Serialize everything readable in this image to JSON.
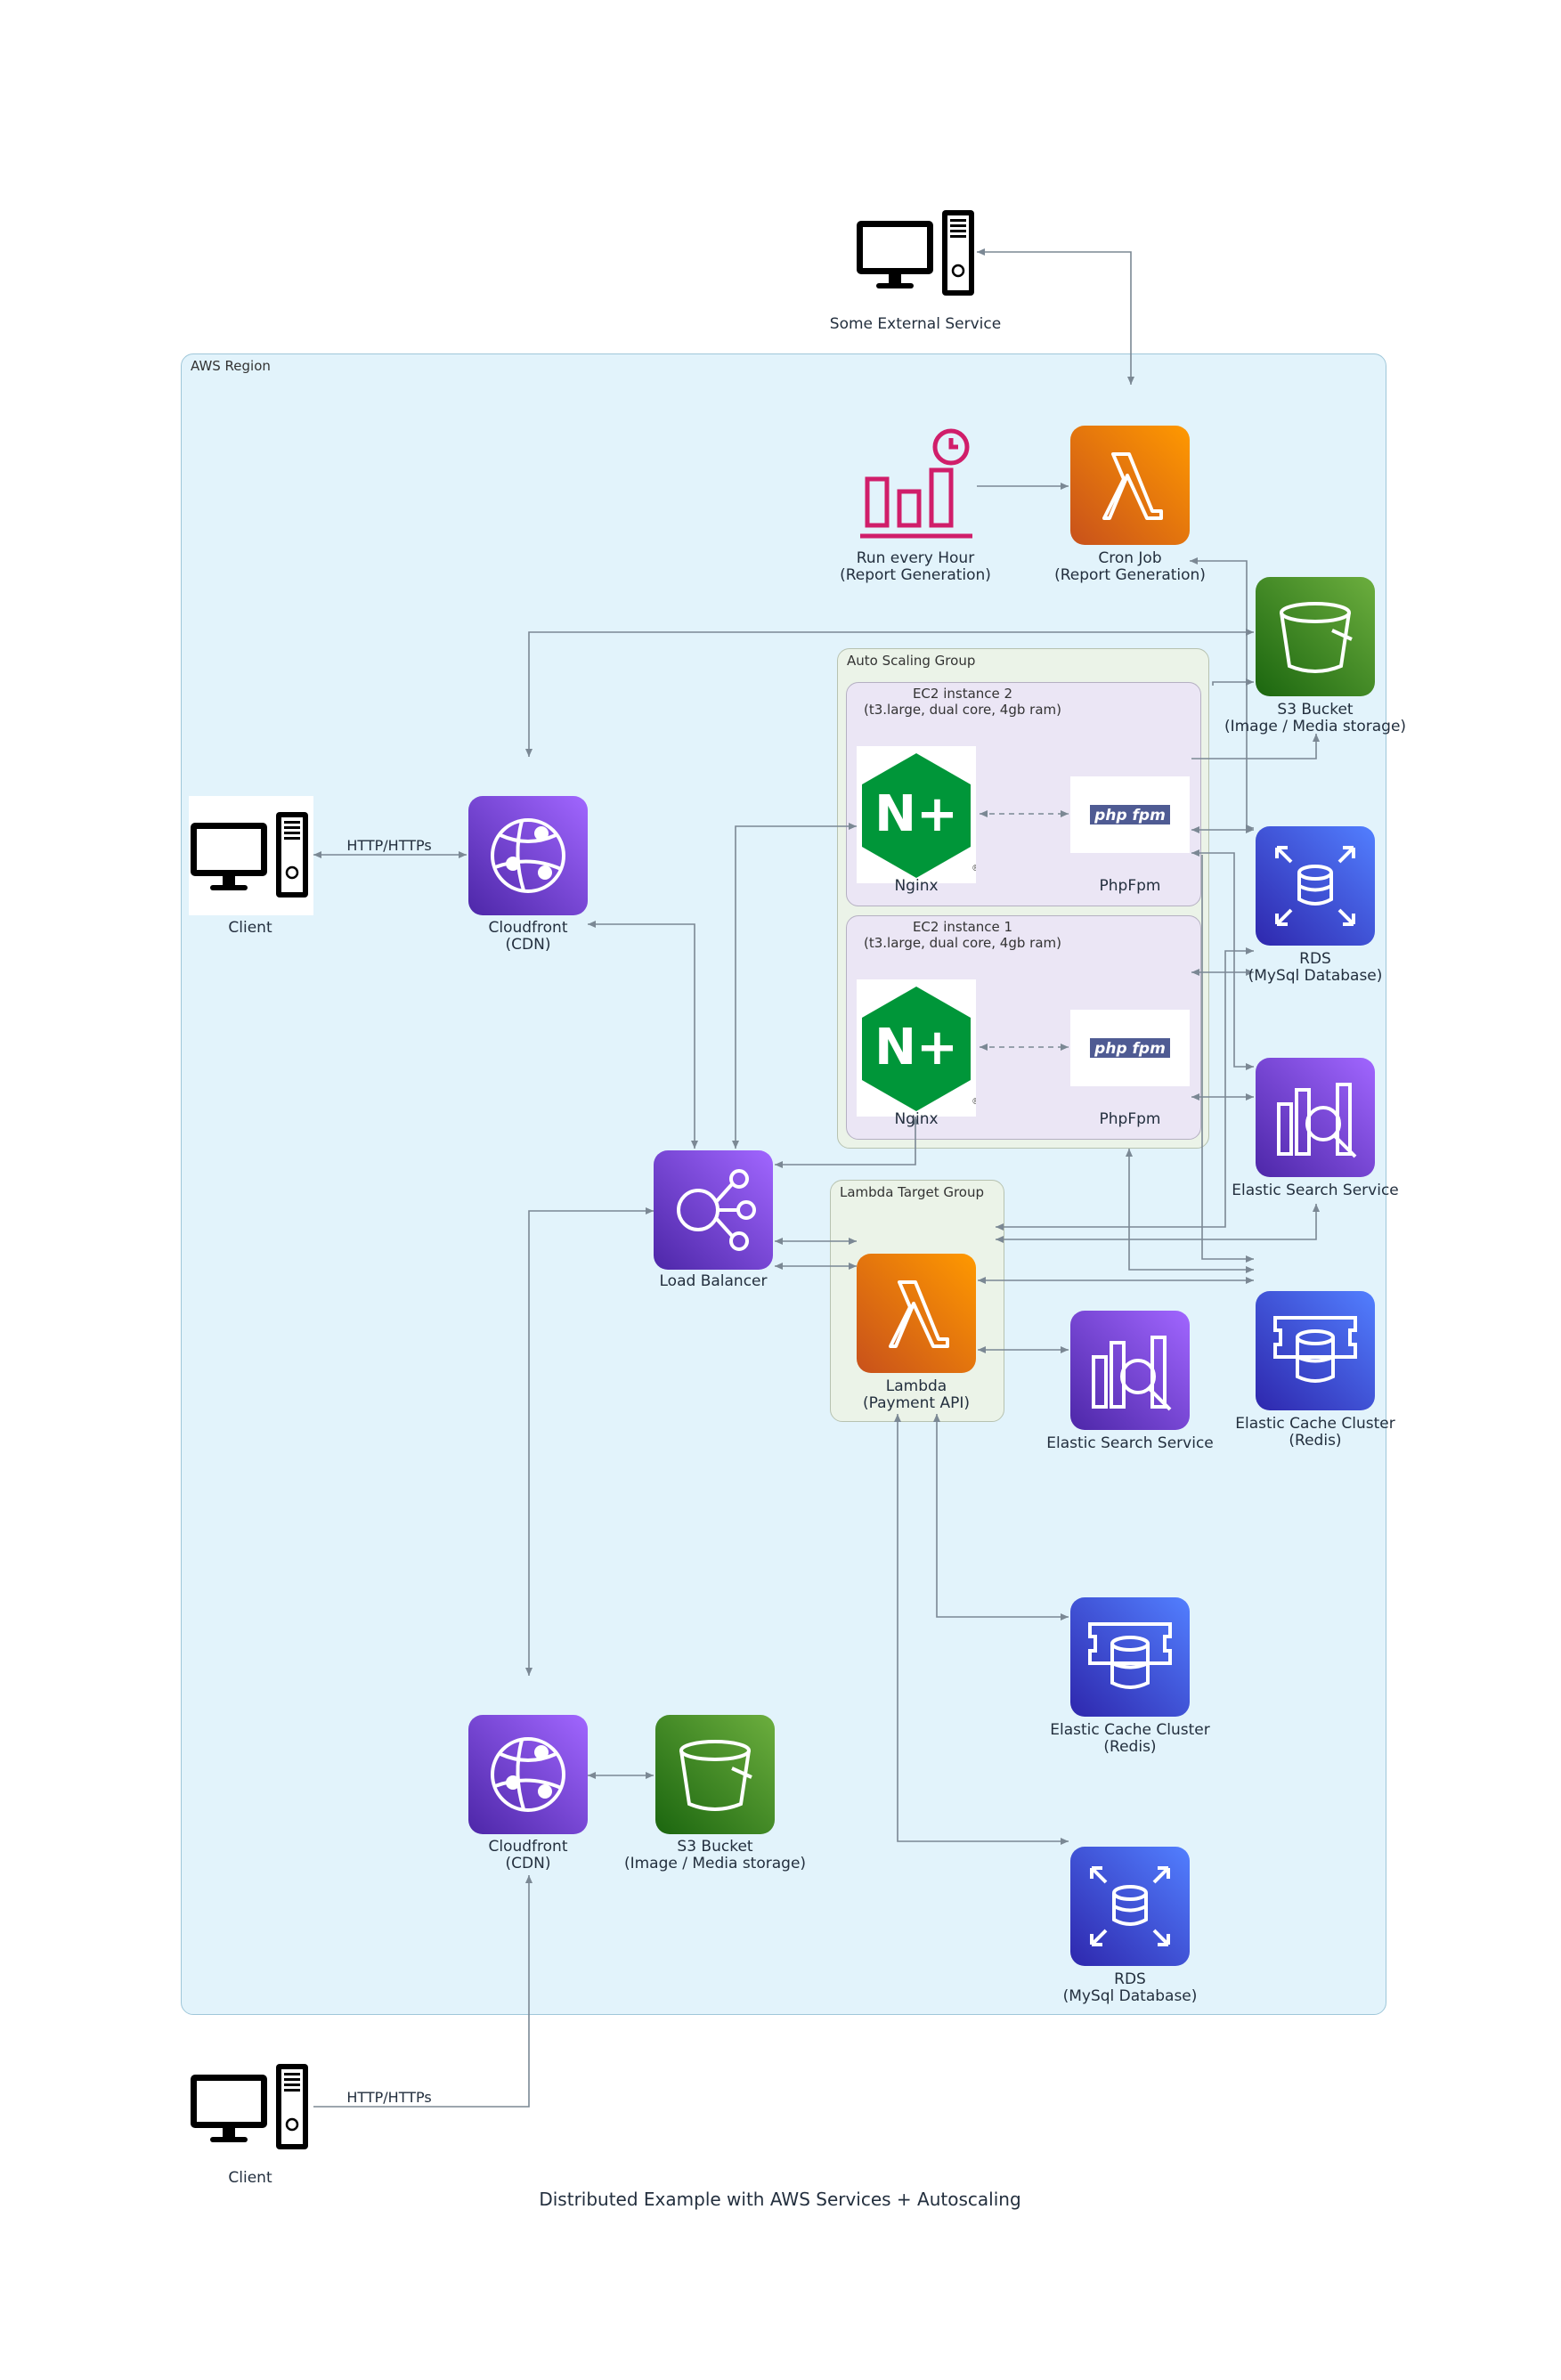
{
  "diagram": {
    "caption": "Distributed Example with AWS Services + Autoscaling",
    "clusters": {
      "region": "AWS Region",
      "asg": "Auto Scaling Group",
      "ec2_2_line1": "EC2 instance 2",
      "ec2_2_line2": "(t3.large, dual core, 4gb ram)",
      "ec2_1_line1": "EC2 instance 1",
      "ec2_1_line2": "(t3.large, dual core, 4gb ram)",
      "lambda_tg": "Lambda Target Group"
    },
    "nodes": {
      "external": {
        "line1": "Some External Service",
        "icon": "server-computer-icon"
      },
      "scheduler": {
        "line1": "Run every Hour",
        "line2": "(Report Generation)",
        "icon": "event-schedule-icon"
      },
      "cron": {
        "line1": "Cron Job",
        "line2": "(Report Generation)",
        "icon": "lambda-icon"
      },
      "s3_top": {
        "line1": "S3 Bucket",
        "line2": "(Image / Media storage)",
        "icon": "bucket-icon"
      },
      "nginx2": {
        "line1": "Nginx",
        "icon": "nginx-icon",
        "glyph": "N+"
      },
      "phpfpm2": {
        "line1": "PhpFpm",
        "icon": "php-fpm-icon",
        "glyph": "php fpm"
      },
      "nginx1": {
        "line1": "Nginx",
        "icon": "nginx-icon",
        "glyph": "N+"
      },
      "phpfpm1": {
        "line1": "PhpFpm",
        "icon": "php-fpm-icon",
        "glyph": "php fpm"
      },
      "rds_right": {
        "line1": "RDS",
        "line2": "(MySql Database)",
        "icon": "database-icon"
      },
      "es_right": {
        "line1": "Elastic Search Service",
        "icon": "elasticsearch-icon"
      },
      "cache_right": {
        "line1": "Elastic Cache Cluster",
        "line2": "(Redis)",
        "icon": "cache-icon"
      },
      "client_top": {
        "line1": "Client",
        "icon": "client-computer-icon"
      },
      "cf_top": {
        "line1": "Cloudfront",
        "line2": "(CDN)",
        "icon": "cloudfront-icon"
      },
      "lb": {
        "line1": "Load Balancer",
        "icon": "load-balancer-icon"
      },
      "lambda": {
        "line1": "Lambda",
        "line2": "(Payment API)",
        "icon": "lambda-icon"
      },
      "es_mid": {
        "line1": "Elastic Search Service",
        "icon": "elasticsearch-icon"
      },
      "cache_low": {
        "line1": "Elastic Cache Cluster",
        "line2": "(Redis)",
        "icon": "cache-icon"
      },
      "cf_bottom": {
        "line1": "Cloudfront",
        "line2": "(CDN)",
        "icon": "cloudfront-icon"
      },
      "s3_bottom": {
        "line1": "S3 Bucket",
        "line2": "(Image / Media storage)",
        "icon": "bucket-icon"
      },
      "rds_low": {
        "line1": "RDS",
        "line2": "(MySql Database)",
        "icon": "database-icon"
      },
      "client_bottom": {
        "line1": "Client",
        "icon": "client-computer-icon"
      }
    },
    "edge_labels": {
      "top": "HTTP/HTTPs",
      "bottom": "HTTP/HTTPs"
    },
    "colors": {
      "region_bg": "#e2f3fb",
      "group_bg": "#ebf3e8",
      "instance_bg": "#ebe6f5",
      "edge": "#7b8894",
      "compute": "#e8700e",
      "storage": "#3f8624",
      "network": "#8c4fff",
      "database": "#3b48cc",
      "management": "#d01e6a",
      "nginx": "#009639",
      "php": "#4f5b93"
    }
  }
}
